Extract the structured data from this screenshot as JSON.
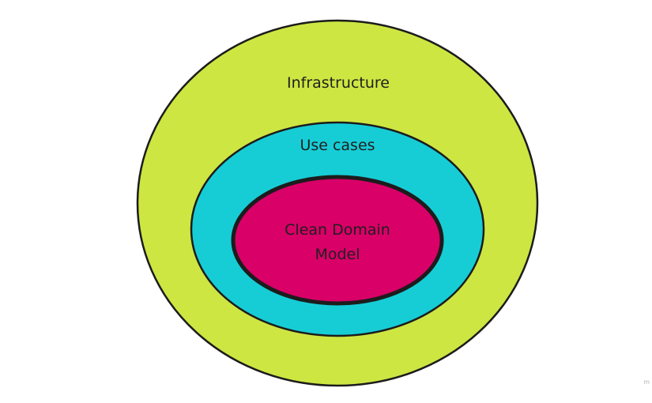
{
  "diagram": {
    "layers": [
      {
        "id": "infrastructure",
        "label_lines": [
          "Infrastructure"
        ],
        "fill": "#cde642",
        "stroke": "#1c1c1c"
      },
      {
        "id": "use-cases",
        "label_lines": [
          "Use cases"
        ],
        "fill": "#16cdd6",
        "stroke": "#1c1c1c"
      },
      {
        "id": "clean-domain-model",
        "label_lines": [
          "Clean Domain",
          "Model"
        ],
        "fill": "#d90068",
        "stroke": "#1c1c1c"
      }
    ],
    "watermark": "m"
  }
}
